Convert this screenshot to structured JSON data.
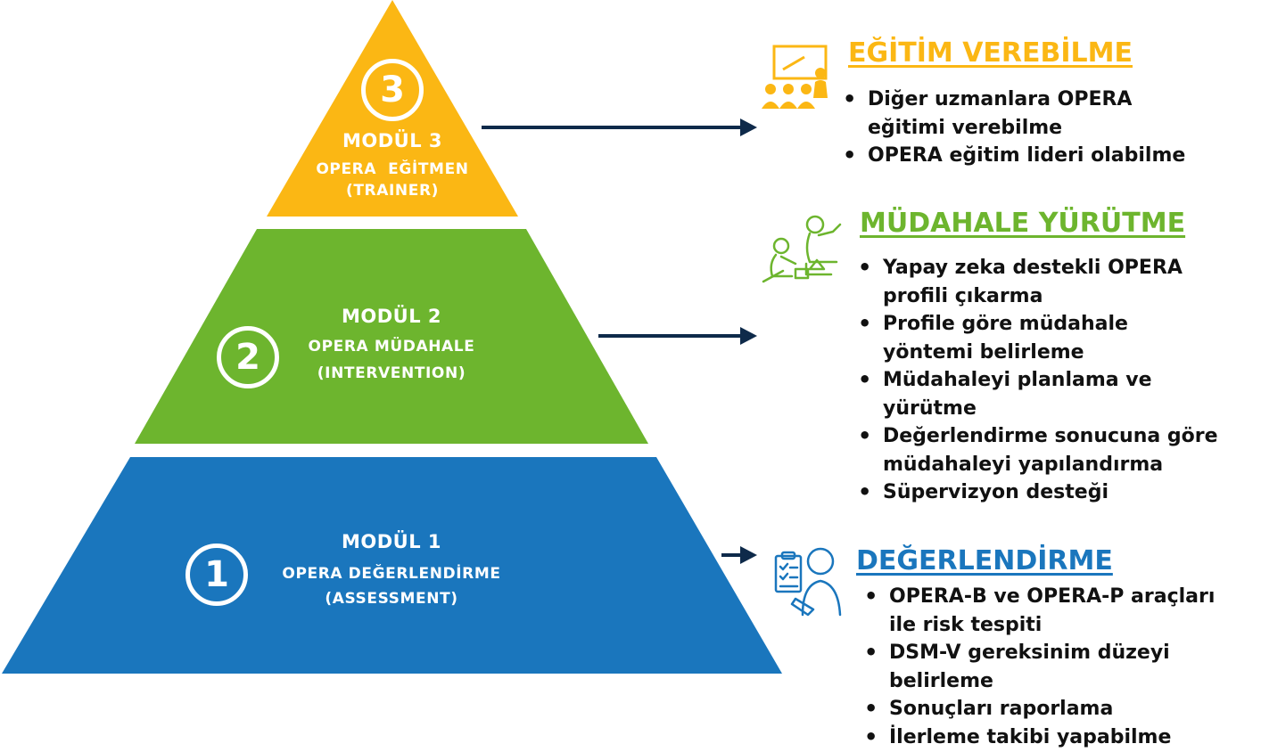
{
  "modules": [
    {
      "number": "3",
      "title": "MODÜL 3",
      "subtitle": "OPERA  EĞİTMEN",
      "subtitle2": "(TRAINER)",
      "color": "#FBB714",
      "heading": "EĞİTİM VEREBİLME",
      "heading_color": "#FBB714",
      "icon": "classroom-teaching-icon",
      "items": [
        "Diğer uzmanlara OPERA",
        "eğitimi verebilme",
        "OPERA eğitim lideri olabilme"
      ]
    },
    {
      "number": "2",
      "title": "MODÜL 2",
      "subtitle": "OPERA MÜDAHALE",
      "subtitle2": "(INTERVENTION)",
      "color": "#6DB52E",
      "heading": "MÜDAHALE YÜRÜTME",
      "heading_color": "#6DB52E",
      "icon": "child-therapy-icon",
      "items": [
        "Yapay zeka destekli OPERA",
        "profili çıkarma",
        "Profile göre müdahale",
        "yöntemi belirleme",
        "Müdahaleyi planlama ve",
        "yürütme",
        "Değerlendirme sonucuna göre",
        "müdahaleyi yapılandırma",
        "Süpervizyon desteği"
      ]
    },
    {
      "number": "1",
      "title": "MODÜL 1",
      "subtitle": "OPERA DEĞERLENDİRME",
      "subtitle2": "(ASSESSMENT)",
      "color": "#1A76BD",
      "heading": "DEĞERLENDİRME",
      "heading_color": "#1A76BD",
      "icon": "clipboard-assessment-icon",
      "items": [
        "OPERA-B ve OPERA-P araçları",
        "ile risk tespiti",
        "DSM-V gereksinim düzeyi",
        "belirleme",
        "Sonuçları raporlama",
        "İlerleme takibi  yapabilme"
      ]
    }
  ],
  "arrow_color": "#0E2A4A"
}
